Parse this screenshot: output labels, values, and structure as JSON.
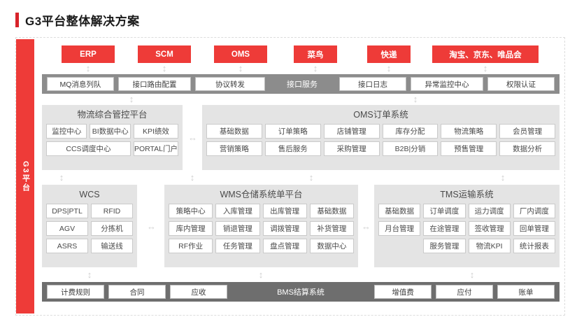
{
  "title": "G3平台整体解决方案",
  "sidebar": {
    "label": "G3平台"
  },
  "top_systems": [
    {
      "label": "ERP"
    },
    {
      "label": "SCM"
    },
    {
      "label": "OMS"
    },
    {
      "label": "菜鸟"
    },
    {
      "label": "快递"
    },
    {
      "label": "淘宝、京东、唯品会"
    }
  ],
  "interface_bar": {
    "center_label": "接口服务",
    "left_items": [
      "MQ消息列队",
      "接口路由配置",
      "协议转发"
    ],
    "right_items": [
      "接口日志",
      "异常监控中心",
      "权限认证"
    ]
  },
  "row2": {
    "logistics": {
      "title": "物流综合管控平台",
      "items_row1": [
        "监控中心",
        "BI数据中心",
        "KPI绩效"
      ],
      "items_row2": [
        "CCS调度中心",
        "PORTAL门户"
      ]
    },
    "oms": {
      "title": "OMS订单系统",
      "items": [
        "基础数据",
        "订单策略",
        "店铺管理",
        "库存分配",
        "物流策略",
        "会员管理",
        "营销策略",
        "售后服务",
        "采购管理",
        "B2B|分销",
        "预售管理",
        "数据分析"
      ]
    }
  },
  "row3": {
    "wcs": {
      "title": "WCS",
      "items": [
        "DPS|PTL",
        "RFID",
        "AGV",
        "分拣机",
        "ASRS",
        "输送线"
      ]
    },
    "wms": {
      "title": "WMS仓储系统单平台",
      "items": [
        "策略中心",
        "入库管理",
        "出库管理",
        "基础数据",
        "库内管理",
        "销退管理",
        "调拨管理",
        "补货管理",
        "RF作业",
        "任务管理",
        "盘点管理",
        "数据中心"
      ]
    },
    "tms": {
      "title": "TMS运输系统",
      "items_row1": [
        "基础数据",
        "订单调度",
        "运力调度",
        "厂内调度"
      ],
      "items_row2": [
        "月台管理",
        "在途管理",
        "签收管理",
        "回单管理"
      ],
      "items_row3": [
        "服务管理",
        "物流KPI",
        "统计报表"
      ]
    }
  },
  "bms_bar": {
    "center_label": "BMS结算系统",
    "left_items": [
      "计费规则",
      "合同",
      "应收"
    ],
    "right_items": [
      "增值费",
      "应付",
      "账单"
    ]
  },
  "icons": {
    "v_arrow": "↕",
    "h_arrow": "↔"
  },
  "colors": {
    "brand_red": "#EE3B38",
    "title_red": "#D8232A",
    "panel_gray": "#E4E4E4",
    "bar_gray": "#8C8C8C"
  }
}
